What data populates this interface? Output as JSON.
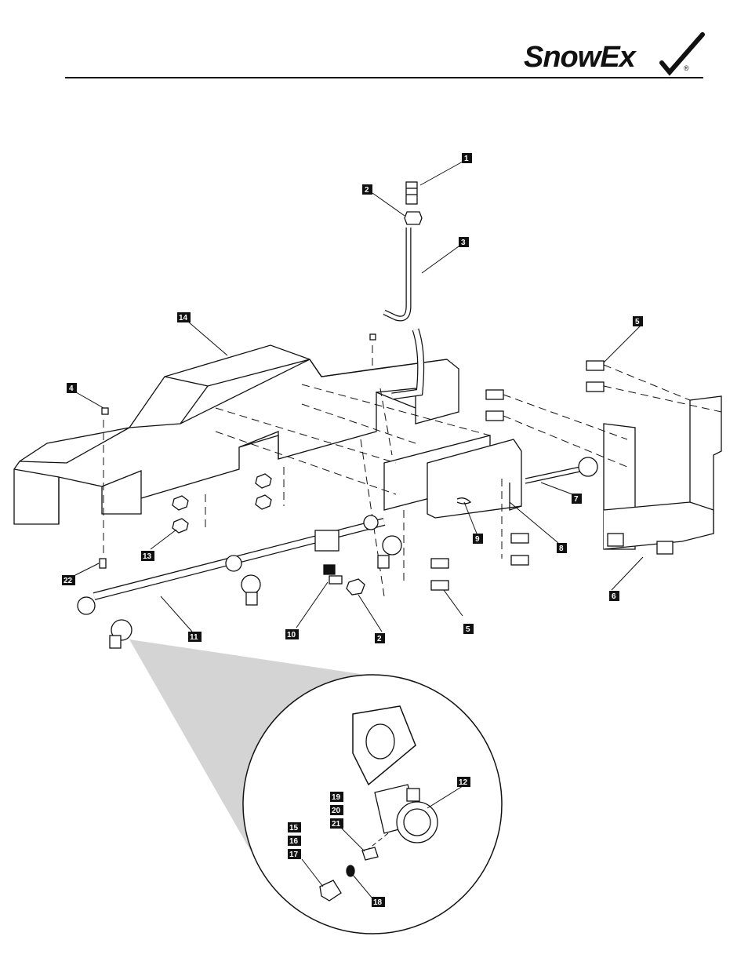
{
  "brand": {
    "logo_text": "SnowEx",
    "logo_icon": "checkmark-icon",
    "registered_mark": "®"
  },
  "callouts": [
    {
      "id": "c1",
      "label": "1"
    },
    {
      "id": "c2a",
      "label": "2"
    },
    {
      "id": "c3",
      "label": "3"
    },
    {
      "id": "c4",
      "label": "4"
    },
    {
      "id": "c5a",
      "label": "5"
    },
    {
      "id": "c5b",
      "label": "5"
    },
    {
      "id": "c6",
      "label": "6"
    },
    {
      "id": "c7",
      "label": "7"
    },
    {
      "id": "c8",
      "label": "8"
    },
    {
      "id": "c9",
      "label": "9"
    },
    {
      "id": "c10",
      "label": "10"
    },
    {
      "id": "c11",
      "label": "11"
    },
    {
      "id": "c2b",
      "label": "2"
    },
    {
      "id": "c12",
      "label": "12"
    },
    {
      "id": "c13",
      "label": "13"
    },
    {
      "id": "c14",
      "label": "14"
    },
    {
      "id": "c15",
      "label": "15"
    },
    {
      "id": "c16",
      "label": "16"
    },
    {
      "id": "c17",
      "label": "17"
    },
    {
      "id": "c18",
      "label": "18"
    },
    {
      "id": "c19",
      "label": "19"
    },
    {
      "id": "c20",
      "label": "20"
    },
    {
      "id": "c21",
      "label": "21"
    },
    {
      "id": "c22",
      "label": "22"
    }
  ]
}
